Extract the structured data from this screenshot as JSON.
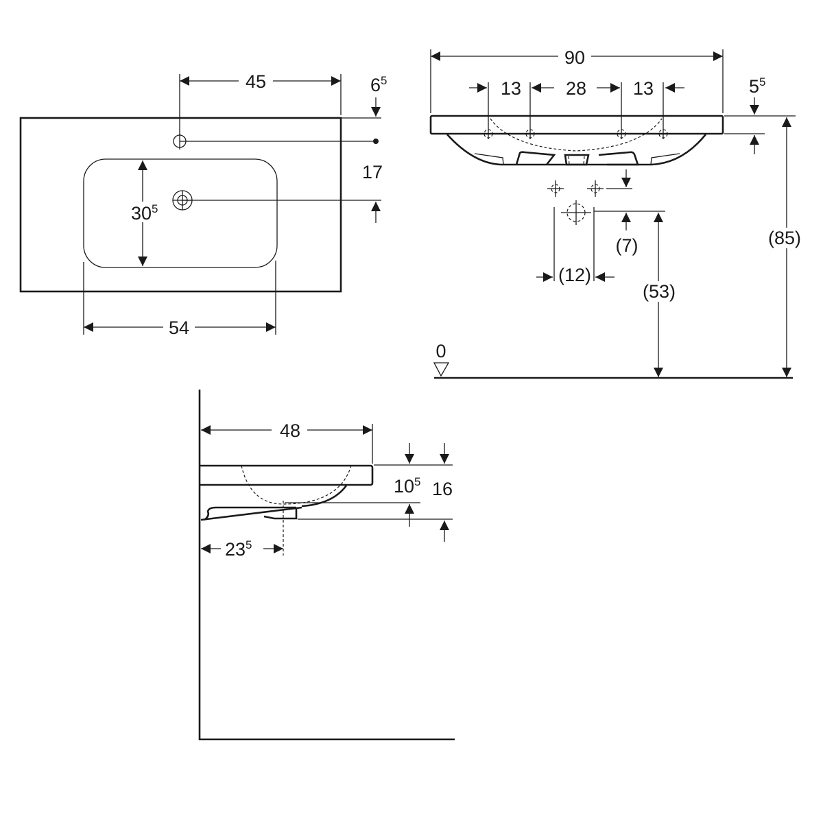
{
  "top_view": {
    "width_tap_offset": "45",
    "tap_edge_offset": {
      "main": "6",
      "sup": "5"
    },
    "tap_drain_distance": "17",
    "basin_depth": {
      "main": "30",
      "sup": "5"
    },
    "basin_width": "54"
  },
  "front_view": {
    "overall_width": "90",
    "hole_spacing_left": "13",
    "hole_spacing_center": "28",
    "hole_spacing_right": "13",
    "rim_thickness": {
      "main": "5",
      "sup": "5"
    },
    "waste_drop": "(7)",
    "waste_spacing": "(12)",
    "waste_height": "(53)",
    "rim_height": "(85)",
    "floor_level": "0"
  },
  "side_view": {
    "projection": "48",
    "bowl_depth": {
      "main": "10",
      "sup": "5"
    },
    "overall_depth": "16",
    "drain_offset": {
      "main": "23",
      "sup": "5"
    }
  }
}
